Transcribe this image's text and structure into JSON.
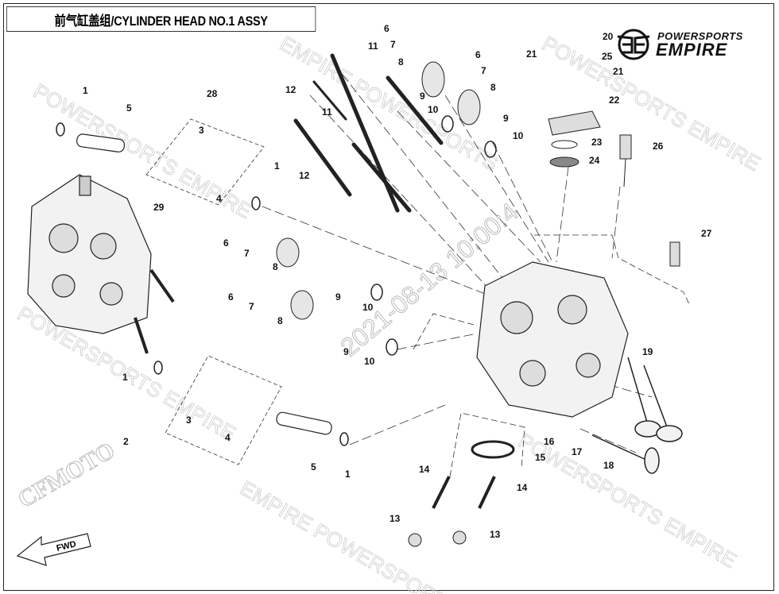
{
  "title": "前气缸盖组/CYLINDER HEAD NO.1 ASSY",
  "logo": {
    "line1": "POWERSPORTS",
    "line2": "EMPIRE"
  },
  "watermark": {
    "brand": "CFMOTO",
    "timestamp": "2021-08-13 10:00:4",
    "repeat": "POWERSPORTS EMPIRE"
  },
  "fwd_label": "FWD",
  "callouts": [
    "1",
    "5",
    "28",
    "3",
    "4",
    "1",
    "29",
    "11",
    "12",
    "11",
    "12",
    "6",
    "7",
    "8",
    "6",
    "7",
    "8",
    "9",
    "10",
    "9",
    "10",
    "6",
    "7",
    "8",
    "9",
    "10",
    "6",
    "7",
    "8",
    "9",
    "10",
    "1",
    "2",
    "3",
    "4",
    "5",
    "1",
    "20",
    "25",
    "21",
    "21",
    "22",
    "23",
    "24",
    "26",
    "27",
    "19",
    "16",
    "17",
    "18",
    "15",
    "14",
    "14",
    "13",
    "13"
  ]
}
